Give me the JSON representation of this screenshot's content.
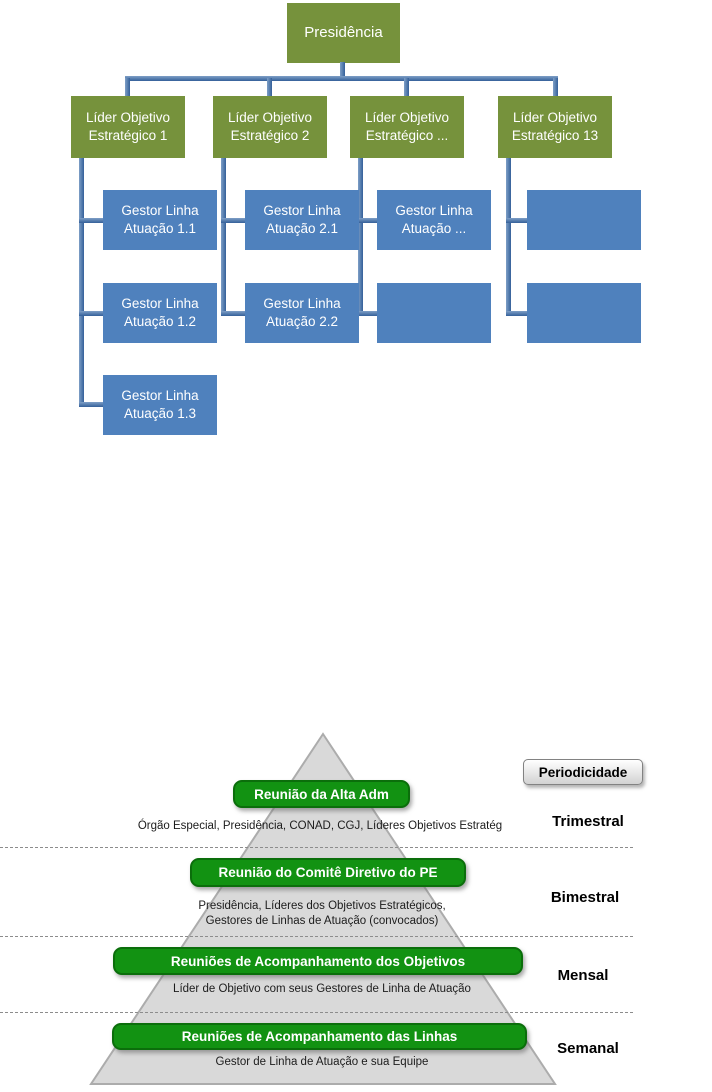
{
  "org_chart": {
    "root": {
      "label": "Presidência"
    },
    "leaders": [
      {
        "label": "Líder Objetivo Estratégico 1"
      },
      {
        "label": "Líder Objetivo Estratégico 2"
      },
      {
        "label": "Líder Objetivo Estratégico ..."
      },
      {
        "label": "Líder Objetivo Estratégico 13"
      }
    ],
    "managers": [
      {
        "label": "Gestor Linha Atuação 1.1"
      },
      {
        "label": "Gestor Linha Atuação 1.2"
      },
      {
        "label": "Gestor Linha Atuação 1.3"
      },
      {
        "label": "Gestor Linha Atuação 2.1"
      },
      {
        "label": "Gestor Linha Atuação 2.2"
      },
      {
        "label": "Gestor Linha Atuação ..."
      },
      {
        "label": ""
      },
      {
        "label": ""
      },
      {
        "label": ""
      }
    ],
    "colors": {
      "leader_green": "#76923C",
      "manager_blue": "#4F81BD",
      "connector_blue": "#34609A"
    }
  },
  "pyramid": {
    "header_button": "Periodicidade",
    "levels": [
      {
        "meeting": "Reunião da Alta Adm",
        "participants": "Órgão Especial, Presidência, CONAD, CGJ, Líderes Objetivos Estratég",
        "periodicity": "Trimestral"
      },
      {
        "meeting": "Reunião do Comitê Diretivo do PE",
        "participants": "Presidência, Líderes dos Objetivos Estratégicos,\nGestores de Linhas de Atuação (convocados)",
        "periodicity": "Bimestral"
      },
      {
        "meeting": "Reuniões de Acompanhamento dos Objetivos",
        "participants": "Líder de Objetivo com seus Gestores de Linha de Atuação",
        "periodicity": "Mensal"
      },
      {
        "meeting": "Reuniões de Acompanhamento das Linhas",
        "participants": "Gestor de Linha de Atuação e sua Equipe",
        "periodicity": "Semanal"
      }
    ],
    "colors": {
      "bar_green": "#129212",
      "pyramid_gray": "#D9D9D9"
    }
  }
}
